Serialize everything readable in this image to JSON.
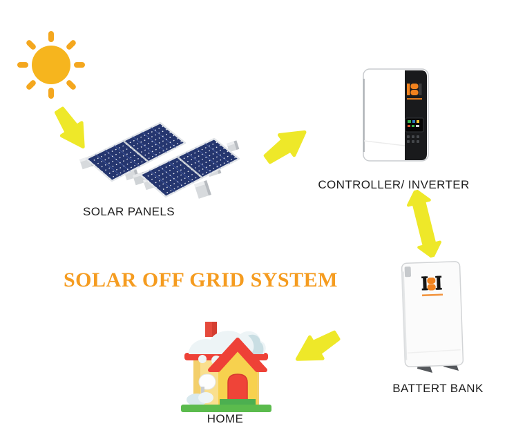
{
  "title": {
    "text": "SOLAR OFF GRID SYSTEM",
    "color": "#F59C20"
  },
  "nodes": {
    "sun": {
      "name": "sun"
    },
    "solar_panels": {
      "label": "SOLAR PANELS"
    },
    "controller": {
      "label": "CONTROLLER/ INVERTER"
    },
    "battery": {
      "label": "BATTERT BANK"
    },
    "home": {
      "label": "HOME"
    }
  },
  "flow": [
    {
      "from": "sun",
      "to": "solar_panels",
      "direction": "down-right",
      "style": "single"
    },
    {
      "from": "solar_panels",
      "to": "controller",
      "direction": "up-right",
      "style": "single"
    },
    {
      "from": "controller",
      "to": "battery",
      "direction": "bidirectional",
      "style": "double"
    },
    {
      "from": "battery",
      "to": "home",
      "direction": "down-left",
      "style": "single"
    }
  ],
  "colors": {
    "arrow": "#EEE829",
    "sun_core": "#F6B51E",
    "sun_ray": "#F4A71E",
    "panel_blue": "#25366F",
    "label_text": "#1E1E1E",
    "title_orange": "#F59C20",
    "brand_orange": "#F0821E"
  }
}
